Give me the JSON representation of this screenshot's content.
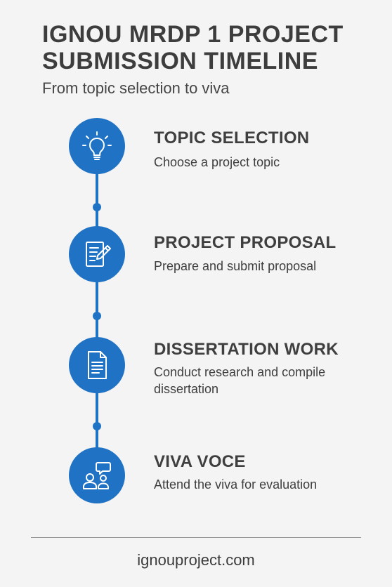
{
  "header": {
    "title": "IGNOU MRDP 1 PROJECT SUBMISSION TIMELINE",
    "subtitle": "From topic selection to viva"
  },
  "accent_color": "#1f72c4",
  "steps": [
    {
      "icon": "lightbulb-icon",
      "title": "TOPIC SELECTION",
      "description": "Choose a project topic"
    },
    {
      "icon": "document-pencil-icon",
      "title": "PROJECT PROPOSAL",
      "description": "Prepare and submit proposal"
    },
    {
      "icon": "document-icon",
      "title": "DISSERTATION WORK",
      "description": "Conduct research and compile dissertation"
    },
    {
      "icon": "people-chat-icon",
      "title": "VIVA VOCE",
      "description": "Attend the viva for evaluation"
    }
  ],
  "footer": {
    "website": "ignouproject.com"
  }
}
